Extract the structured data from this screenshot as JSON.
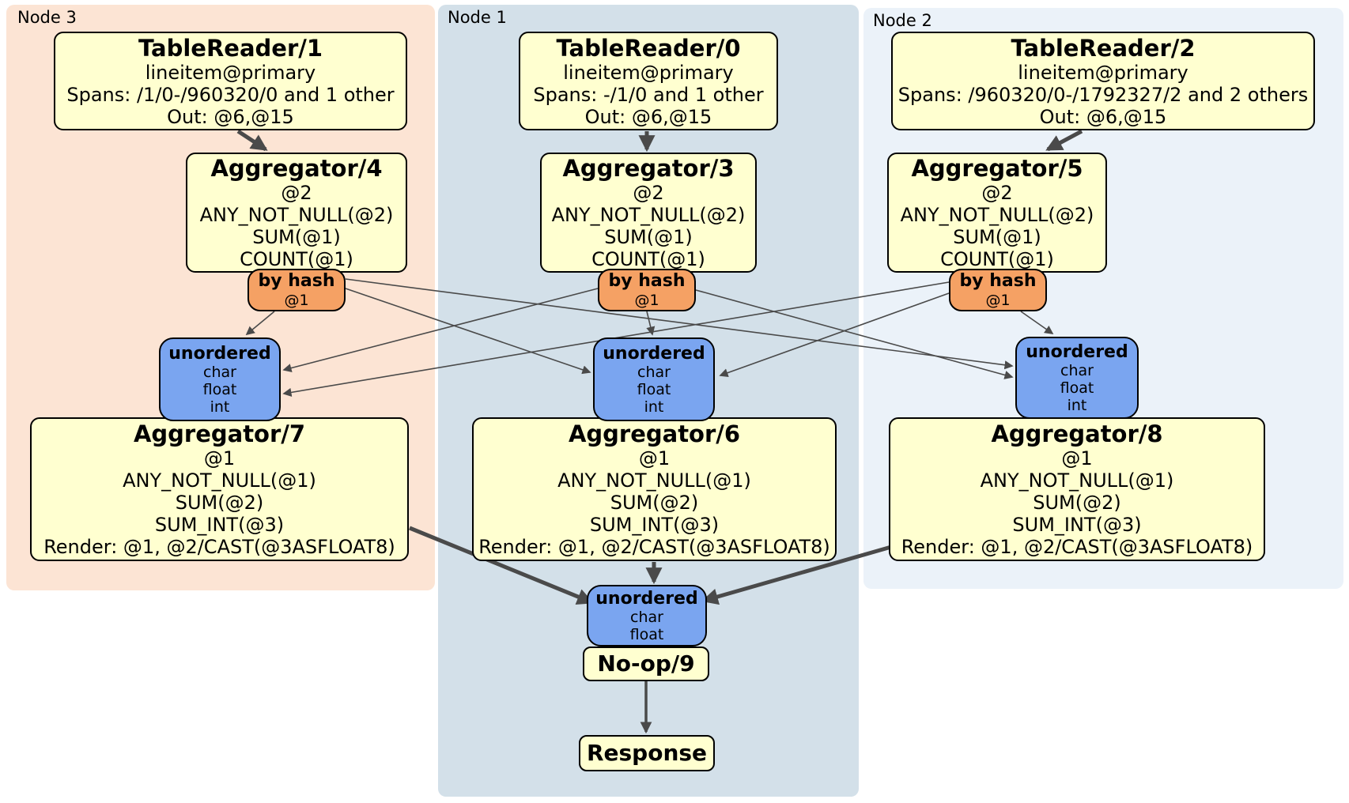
{
  "nodes": {
    "node3": {
      "label": "Node 3"
    },
    "node1": {
      "label": "Node 1"
    },
    "node2": {
      "label": "Node 2"
    }
  },
  "processors": {
    "tr1": {
      "title": "TableReader/1",
      "lines": [
        "lineitem@primary",
        "Spans: /1/0-/960320/0 and 1 other",
        "Out: @6,@15"
      ]
    },
    "tr0": {
      "title": "TableReader/0",
      "lines": [
        "lineitem@primary",
        "Spans: -/1/0 and 1 other",
        "Out: @6,@15"
      ]
    },
    "tr2": {
      "title": "TableReader/2",
      "lines": [
        "lineitem@primary",
        "Spans: /960320/0-/1792327/2 and 2 others",
        "Out: @6,@15"
      ]
    },
    "agg4": {
      "title": "Aggregator/4",
      "lines": [
        "@2",
        "ANY_NOT_NULL(@2)",
        "SUM(@1)",
        "COUNT(@1)"
      ]
    },
    "agg3": {
      "title": "Aggregator/3",
      "lines": [
        "@2",
        "ANY_NOT_NULL(@2)",
        "SUM(@1)",
        "COUNT(@1)"
      ]
    },
    "agg5": {
      "title": "Aggregator/5",
      "lines": [
        "@2",
        "ANY_NOT_NULL(@2)",
        "SUM(@1)",
        "COUNT(@1)"
      ]
    },
    "agg7": {
      "title": "Aggregator/7",
      "lines": [
        "@1",
        "ANY_NOT_NULL(@1)",
        "SUM(@2)",
        "SUM_INT(@3)",
        "Render: @1, @2/CAST(@3ASFLOAT8)"
      ]
    },
    "agg6": {
      "title": "Aggregator/6",
      "lines": [
        "@1",
        "ANY_NOT_NULL(@1)",
        "SUM(@2)",
        "SUM_INT(@3)",
        "Render: @1, @2/CAST(@3ASFLOAT8)"
      ]
    },
    "agg8": {
      "title": "Aggregator/8",
      "lines": [
        "@1",
        "ANY_NOT_NULL(@1)",
        "SUM(@2)",
        "SUM_INT(@3)",
        "Render: @1, @2/CAST(@3ASFLOAT8)"
      ]
    },
    "noop": {
      "title": "No-op/9"
    },
    "response": {
      "title": "Response"
    }
  },
  "routers": {
    "bh3": {
      "title": "by hash",
      "lines": [
        "@1"
      ]
    },
    "bh1": {
      "title": "by hash",
      "lines": [
        "@1"
      ]
    },
    "bh2": {
      "title": "by hash",
      "lines": [
        "@1"
      ]
    }
  },
  "syncs": {
    "u3": {
      "title": "unordered",
      "lines": [
        "char",
        "float",
        "int"
      ]
    },
    "u1": {
      "title": "unordered",
      "lines": [
        "char",
        "float",
        "int"
      ]
    },
    "u2": {
      "title": "unordered",
      "lines": [
        "char",
        "float",
        "int"
      ]
    },
    "ufinal": {
      "title": "unordered",
      "lines": [
        "char",
        "float"
      ]
    }
  },
  "colors": {
    "canvas_bg": "#ffffff",
    "node3_bg": "#fce4d4",
    "node1_bg": "#d3e0e9",
    "node2_bg": "#ebf2f9",
    "processor_bg": "#ffffd0",
    "processor_border": "#000000",
    "router_bg": "#f5a164",
    "sync_bg": "#7aa5f0",
    "edge_color": "#4a4a4a",
    "text_color": "#000000"
  }
}
